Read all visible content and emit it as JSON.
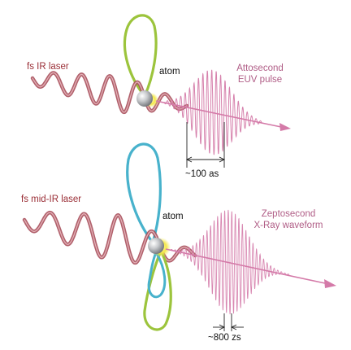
{
  "top_panel": {
    "laser_label": "fs IR laser",
    "atom_label": "atom",
    "pulse_label_line1": "Attosecond",
    "pulse_label_line2": "EUV pulse",
    "duration_label": "~100 as"
  },
  "bottom_panel": {
    "laser_label": "fs mid-IR laser",
    "atom_label": "atom",
    "pulse_label_line1": "Zeptosecond",
    "pulse_label_line2": "X-Ray waveform",
    "duration_label": "~800 zs"
  },
  "colors": {
    "laser_ribbon": "#a8505c",
    "laser_label": "#9a2e36",
    "orbit_green": "#9cc43c",
    "orbit_blue": "#48b2cc",
    "pulse_pink": "#d47aa8",
    "atom_silver": "#c4c6ca",
    "atom_glow": "#f4e84a"
  }
}
